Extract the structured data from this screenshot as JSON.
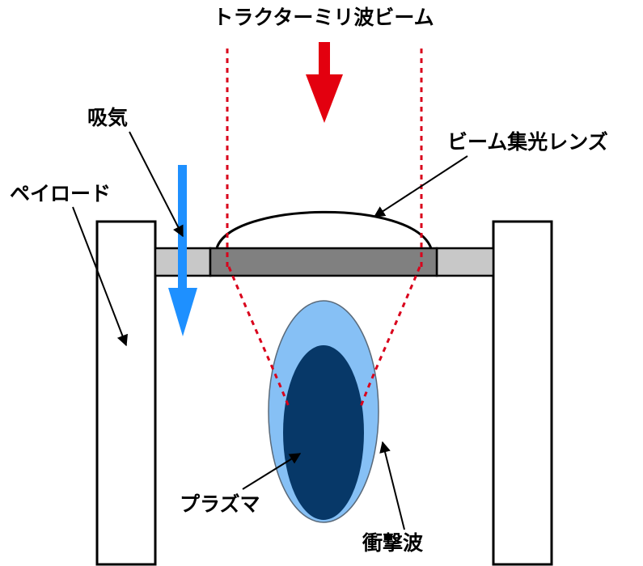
{
  "labels": {
    "beam": "トラクターミリ波ビーム",
    "intake": "吸気",
    "lens": "ビーム集光レンズ",
    "payload": "ペイロード",
    "plasma": "プラズマ",
    "shockwave": "衝撃波"
  },
  "colors": {
    "beam_arrow": "#e3000f",
    "beam_edge": "#d9001b",
    "intake_arrow": "#1e90ff",
    "lens_plate": "#808080",
    "side_plate": "#c8c8c8",
    "shockwave_fill": "#86c0f5",
    "plasma_fill": "#073868",
    "outline": "#000000"
  },
  "icons": {
    "beam_direction": "down-arrow-icon",
    "intake_direction": "down-arrow-icon"
  }
}
